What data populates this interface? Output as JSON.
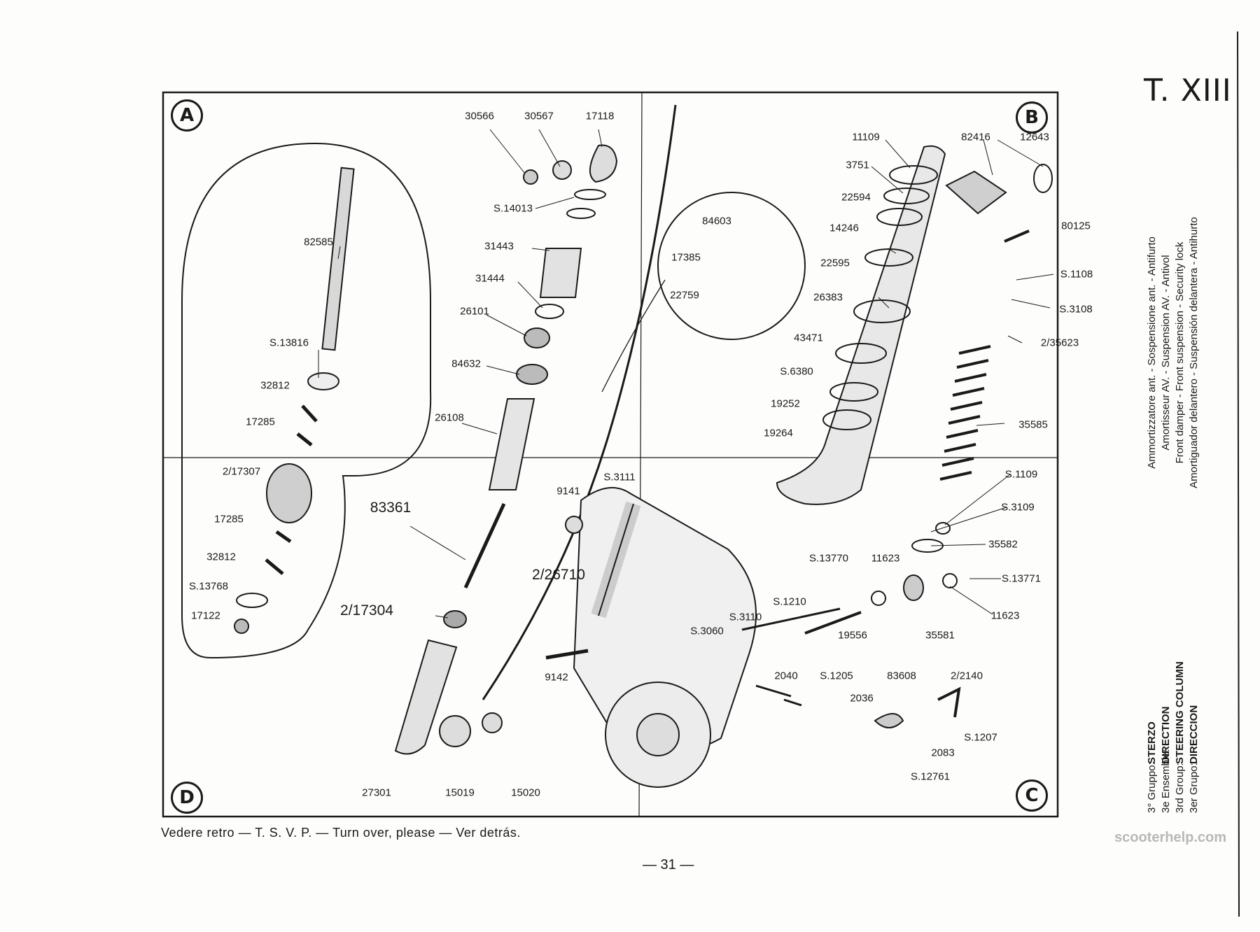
{
  "table_code": "T. XIII",
  "quadrants": {
    "a": "A",
    "b": "B",
    "c": "C",
    "d": "D"
  },
  "part_numbers": [
    "30566",
    "30567",
    "17118",
    "S.14013",
    "31443",
    "31444",
    "26101",
    "84632",
    "26108",
    "82585",
    "S.13816",
    "32812",
    "17285",
    "2/17307",
    "17285",
    "32812",
    "S.13768",
    "17122",
    "83361",
    "2/17304",
    "27301",
    "15019",
    "15020",
    "11109",
    "82416",
    "12643",
    "3751",
    "22594",
    "14246",
    "22595",
    "26383",
    "43471",
    "S.6380",
    "19252",
    "19264",
    "80125",
    "S.1108",
    "S.3108",
    "2/35623",
    "35585",
    "S.1109",
    "S.3109",
    "35582",
    "S.13771",
    "11623",
    "84603",
    "17385",
    "22759",
    "9141",
    "S.3111",
    "2/26710",
    "S.13770",
    "11623",
    "S.1210",
    "S.3110",
    "S.3060",
    "35581",
    "19556",
    "9142",
    "2040",
    "S.1205",
    "83608",
    "2/2140",
    "2036",
    "S.1207",
    "2083",
    "S.12761"
  ],
  "names": [
    "Ammortizzatore ant. - Sospensione ant. - Antifurto",
    "Amortisseur AV. - Suspension AV. - Antivol",
    "Front damper - Front suspension - Security lock",
    "Amortiguador delantero - Suspensión delantera - Antihurto"
  ],
  "group": [
    {
      "label": "3° Gruppo:",
      "value": "STERZO"
    },
    {
      "label": "3e Ensemble:",
      "value": "DIRECTION"
    },
    {
      "label": "3rd Group:",
      "value": "STEERING COLUMN"
    },
    {
      "label": "3er Grupo:",
      "value": "DIRECCION"
    }
  ],
  "footer_note": "Vedere retro — T. S. V. P. — Turn over, please — Ver detrás.",
  "page_number": "— 31 —",
  "watermark": "scooterhelp.com"
}
